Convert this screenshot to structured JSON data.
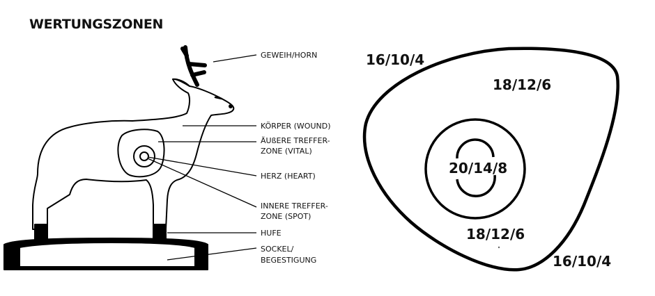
{
  "title": "WERTUNGSZONEN",
  "deer_labels": {
    "antler": "GEWEIH/HORN",
    "body": "KÖRPER (WOUND)",
    "outer_zone_1": "ÄUßERE TREFFER-",
    "outer_zone_2": "ZONE (VITAL)",
    "heart": "HERZ (HEART)",
    "inner_zone_1": "INNERE TREFFER-",
    "inner_zone_2": "ZONE (SPOT)",
    "hooves": "HUFE",
    "base_1": "SOCKEL/",
    "base_2": "BEGESTIGUNG"
  },
  "target_scores": {
    "outer_top": "16/10/4",
    "vital_top": "18/12/6",
    "center": "20/14/8",
    "vital_bottom": "18/12/6",
    "outer_bottom": "16/10/4"
  }
}
